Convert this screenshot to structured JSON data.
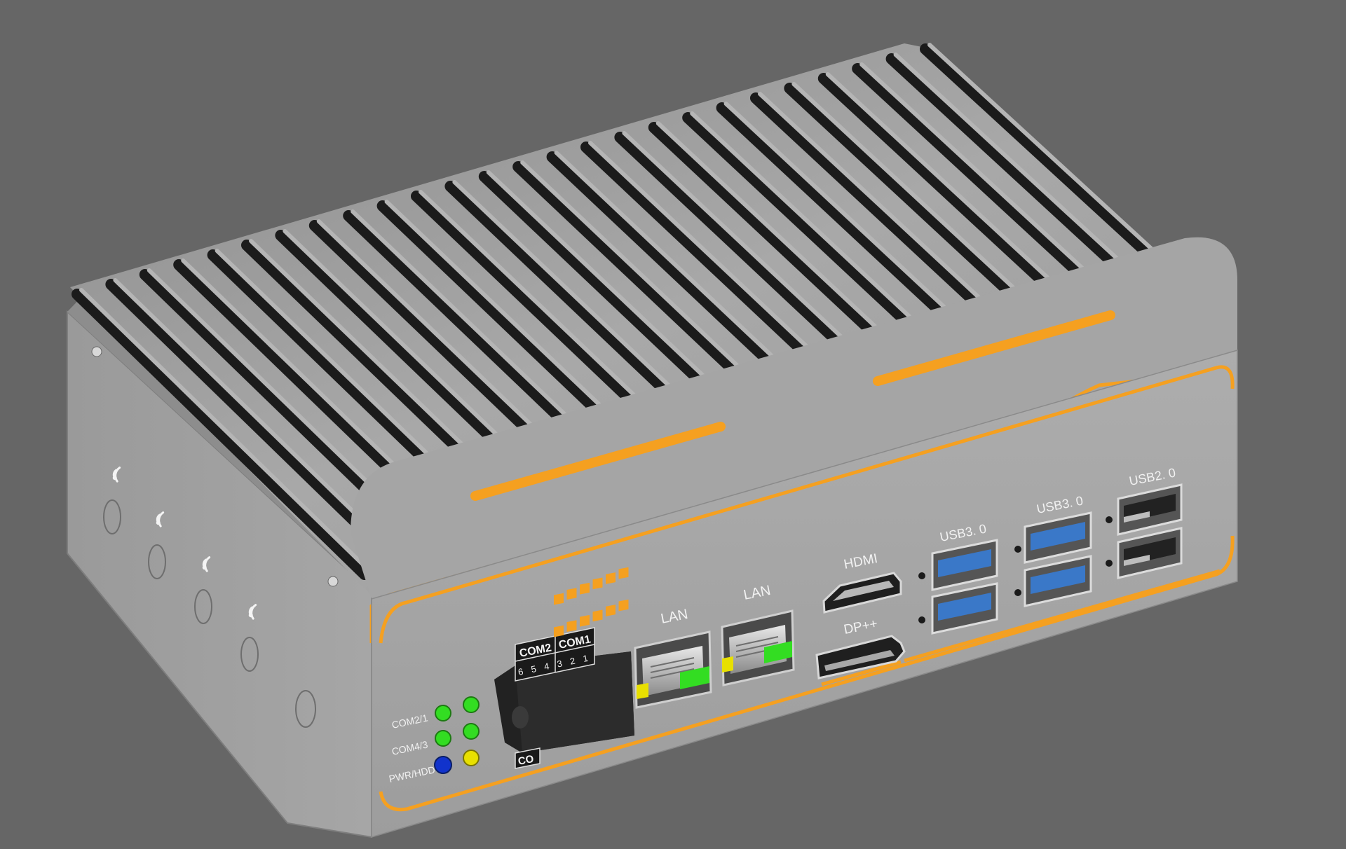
{
  "colors": {
    "background": "#666666",
    "body": "#a2a2a2",
    "fins": "#1b1b1b",
    "accent_orange": "#f5a020",
    "usb3_blue": "#3a78c8",
    "led_green": "#33dd22",
    "led_yellow": "#e8e000",
    "led_blue": "#1133cc"
  },
  "port_labels": {
    "usb20": "USB2. 0",
    "usb30_right": "USB3. 0",
    "usb30_left": "USB3. 0",
    "hdmi": "HDMI",
    "dp": "DP++",
    "lan_right": "LAN",
    "lan_left": "LAN",
    "com_top_left": "COM2",
    "com_top_right": "COM1",
    "com_pins": [
      "6",
      "5",
      "4",
      "3",
      "2",
      "1"
    ],
    "com_bottom_partial": "CO"
  },
  "led_labels": {
    "row1": "COM2/1",
    "row2": "COM4/3",
    "row3": "PWR/HDD"
  },
  "icons": [
    "wifi-antenna-icon",
    "screw-icon",
    "led-indicator-icon"
  ]
}
